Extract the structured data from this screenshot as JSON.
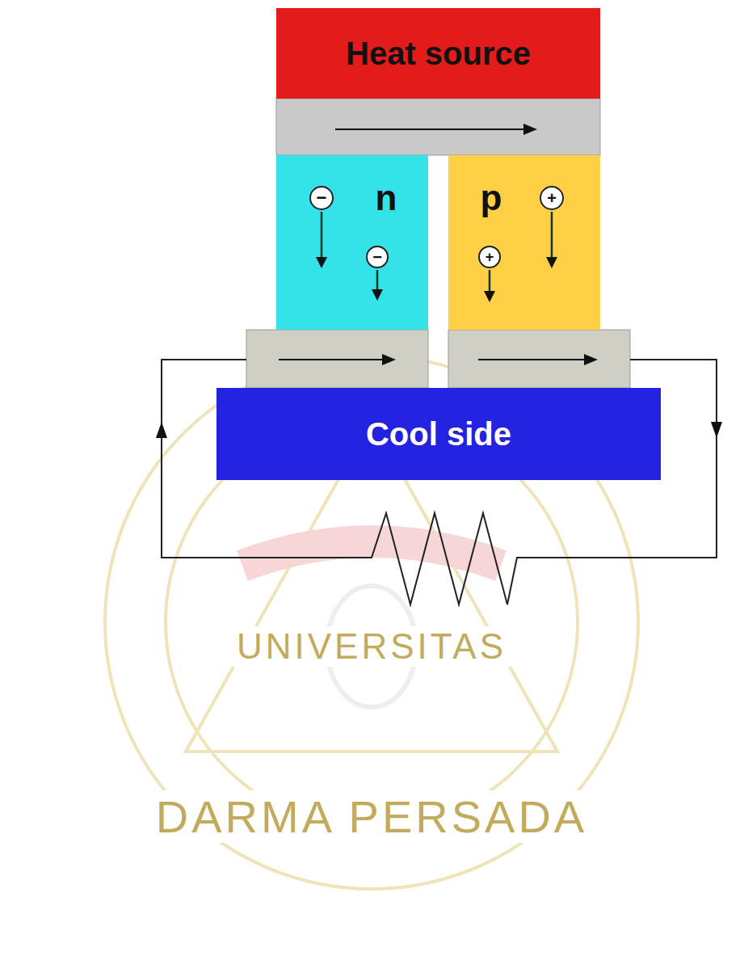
{
  "diagram": {
    "nodes": [
      {
        "text": [
          "Heat source"
        ]
      },
      {
        "text": [
          "n"
        ]
      },
      {
        "text": [
          "−"
        ],
        "in": 1
      },
      {
        "text": [
          "−"
        ],
        "in": 1
      },
      {
        "text": [
          "p"
        ]
      },
      {
        "text": [
          "+"
        ],
        "in": 4
      },
      {
        "text": [
          "+"
        ],
        "in": 4
      },
      {
        "text": [
          "Cool side"
        ]
      }
    ],
    "labels": [
      "UNIVERSITAS",
      "DARMA PERSADA"
    ]
  }
}
